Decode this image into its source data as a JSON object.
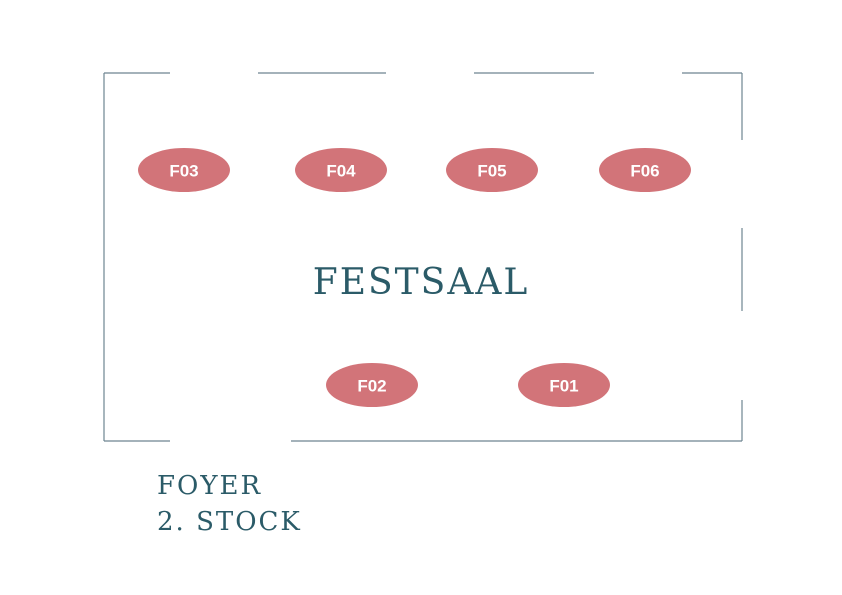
{
  "room_name": "FESTSAAL",
  "foyer": {
    "line1": "FOYER",
    "line2": "2. STOCK"
  },
  "tables": [
    {
      "label": "F03"
    },
    {
      "label": "F04"
    },
    {
      "label": "F05"
    },
    {
      "label": "F06"
    },
    {
      "label": "F02"
    },
    {
      "label": "F01"
    }
  ],
  "colors": {
    "table": "#d27479",
    "text": "#2b5b68",
    "wall": "#6d8591"
  }
}
